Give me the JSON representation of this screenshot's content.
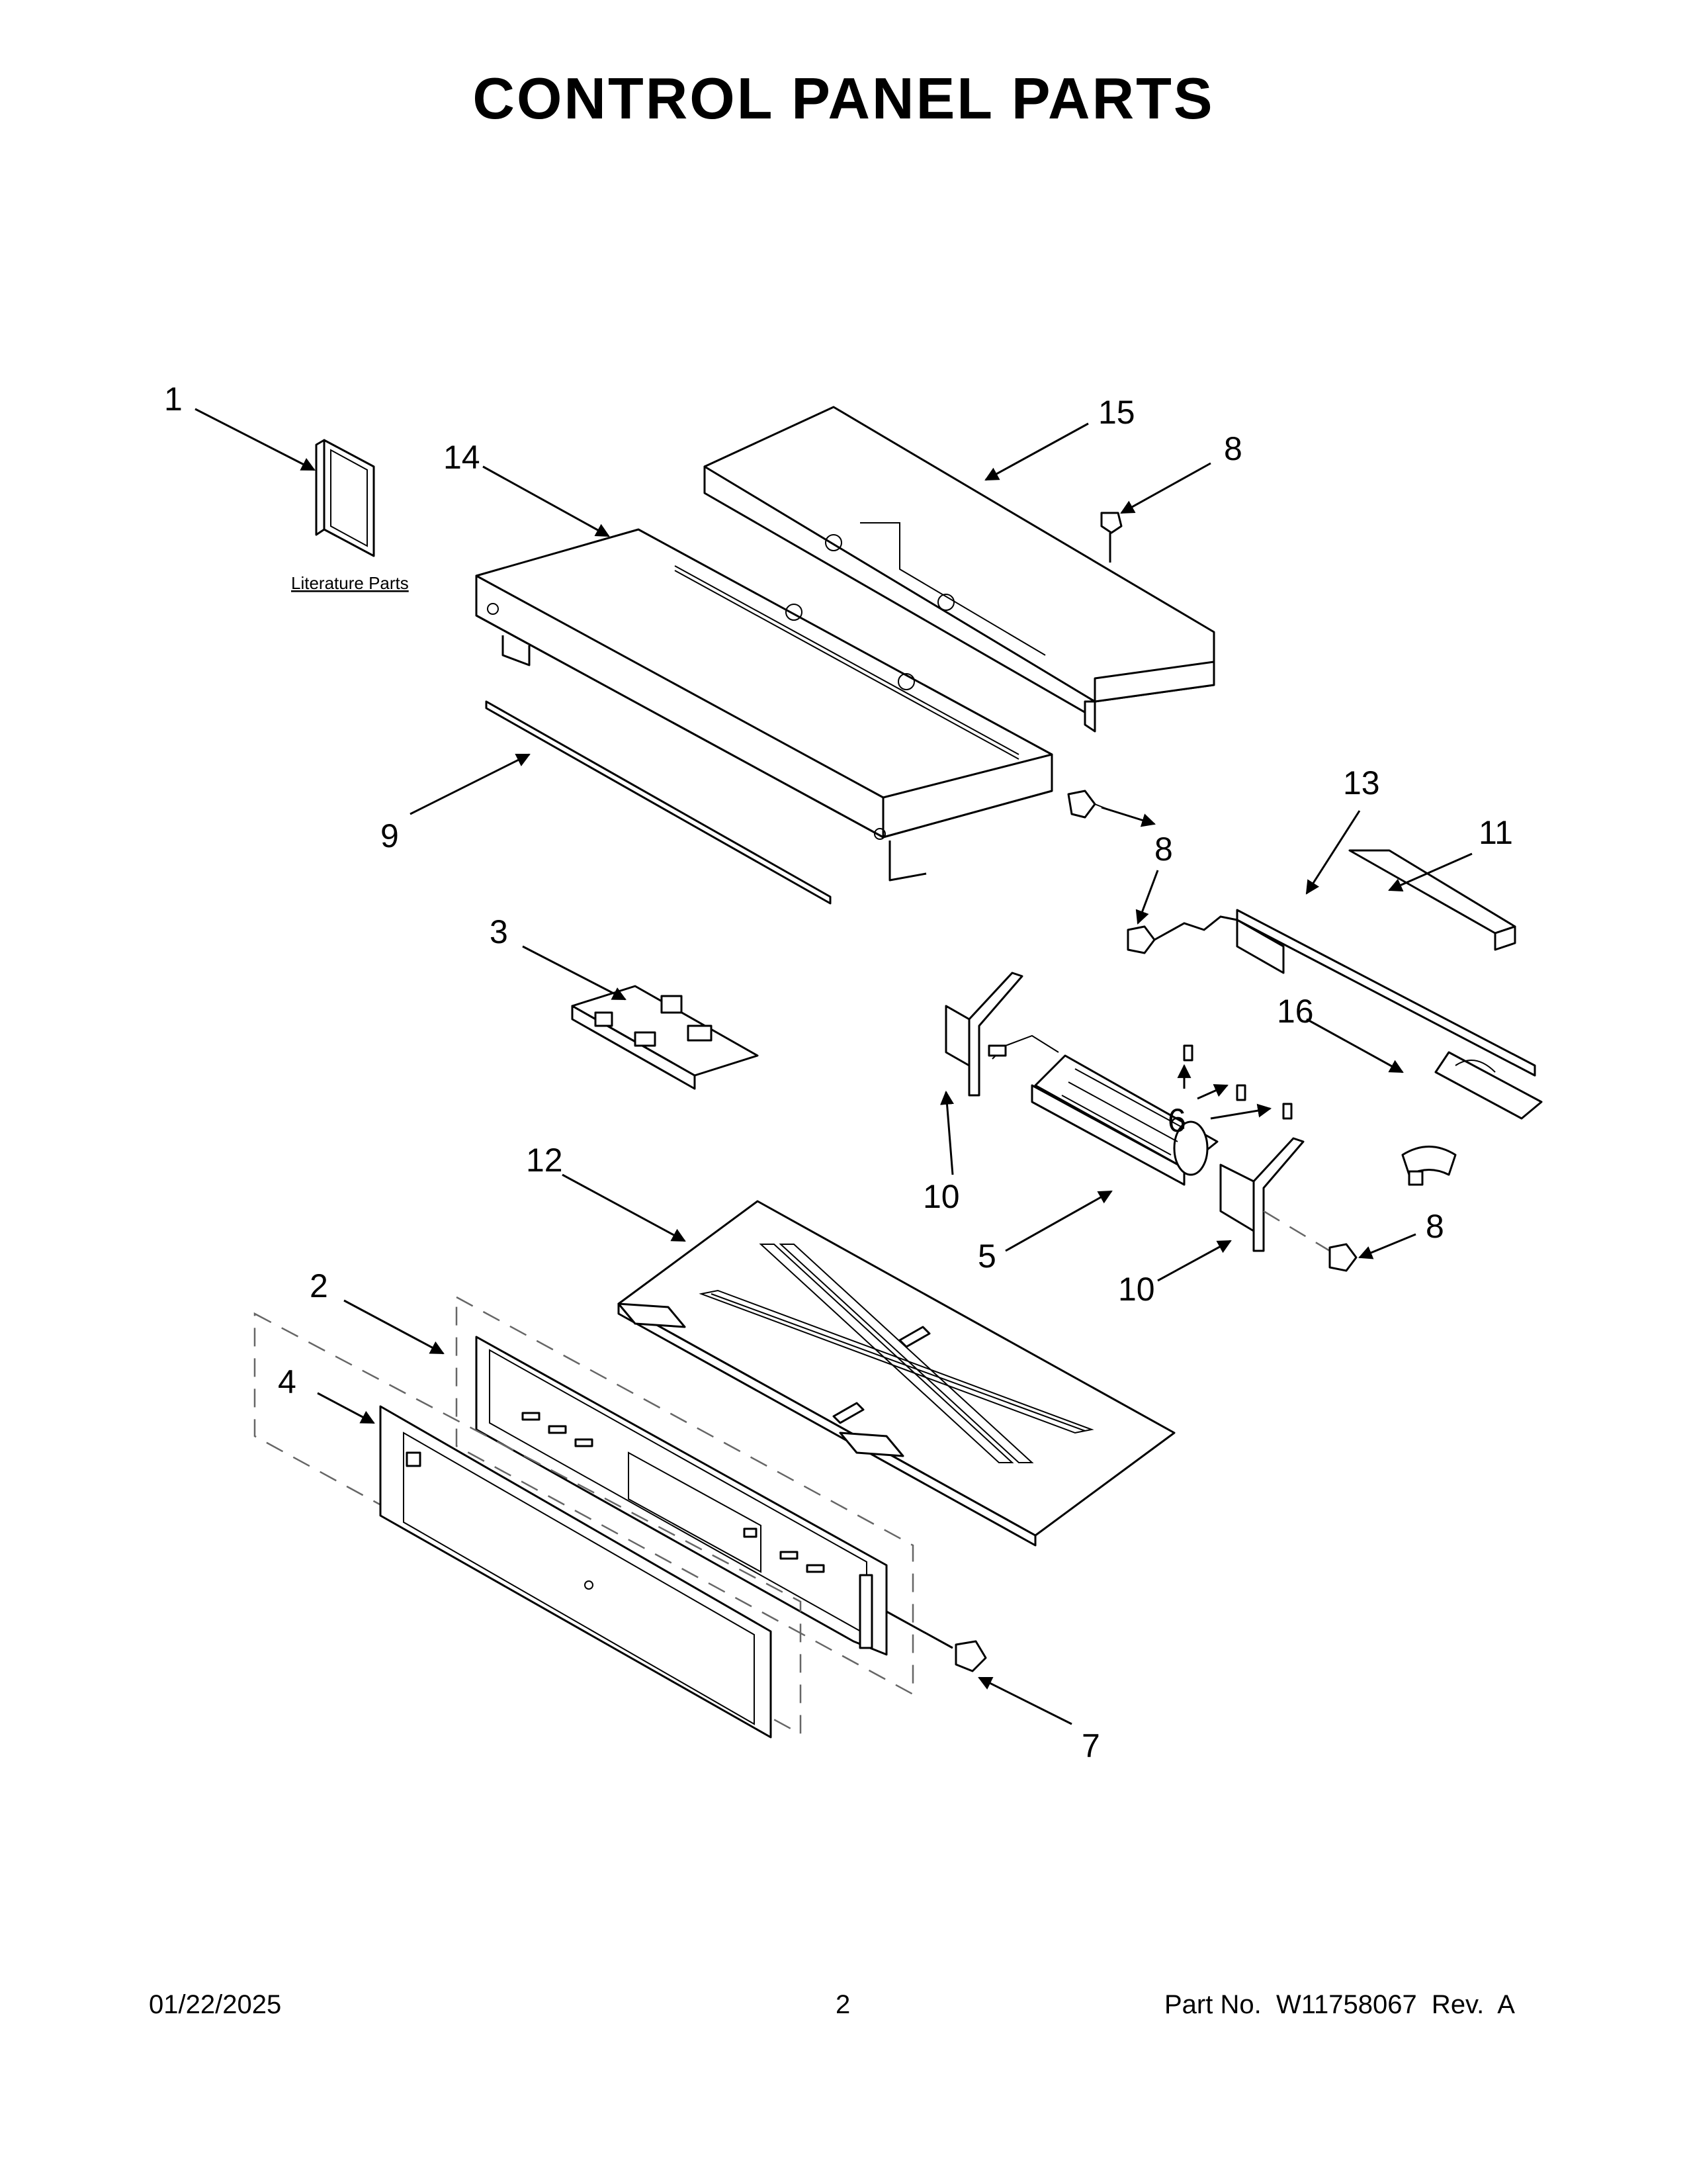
{
  "title": "CONTROL PANEL PARTS",
  "literature_label": "Literature Parts",
  "callouts": [
    {
      "id": "c1",
      "label": "1"
    },
    {
      "id": "c14",
      "label": "14"
    },
    {
      "id": "c15",
      "label": "15"
    },
    {
      "id": "c8a",
      "label": "8"
    },
    {
      "id": "c9",
      "label": "9"
    },
    {
      "id": "c8b",
      "label": "8"
    },
    {
      "id": "c13",
      "label": "13"
    },
    {
      "id": "c11",
      "label": "11"
    },
    {
      "id": "c3",
      "label": "3"
    },
    {
      "id": "c16",
      "label": "16"
    },
    {
      "id": "c6",
      "label": "6"
    },
    {
      "id": "c10a",
      "label": "10"
    },
    {
      "id": "c12",
      "label": "12"
    },
    {
      "id": "c5",
      "label": "5"
    },
    {
      "id": "c8c",
      "label": "8"
    },
    {
      "id": "c10b",
      "label": "10"
    },
    {
      "id": "c2",
      "label": "2"
    },
    {
      "id": "c4",
      "label": "4"
    },
    {
      "id": "c7",
      "label": "7"
    }
  ],
  "footer": {
    "date": "01/22/2025",
    "page": "2",
    "part_number": "Part No.  W11758067  Rev.  A"
  }
}
